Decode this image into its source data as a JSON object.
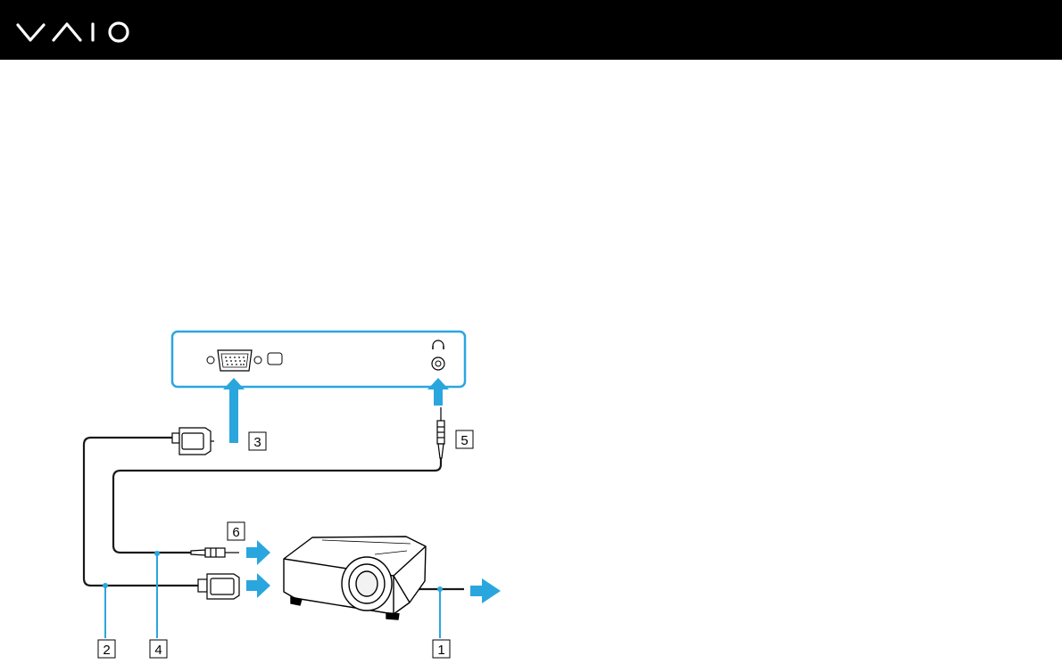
{
  "brand": {
    "logo_text": "VAIO",
    "header_color": "#000000"
  },
  "colors": {
    "accent": "#2aa6df",
    "cable": "#1a1a1a"
  },
  "callouts": [
    {
      "id": "1",
      "label": "1"
    },
    {
      "id": "2",
      "label": "2"
    },
    {
      "id": "3",
      "label": "3"
    },
    {
      "id": "4",
      "label": "4"
    },
    {
      "id": "5",
      "label": "5"
    },
    {
      "id": "6",
      "label": "6"
    }
  ]
}
